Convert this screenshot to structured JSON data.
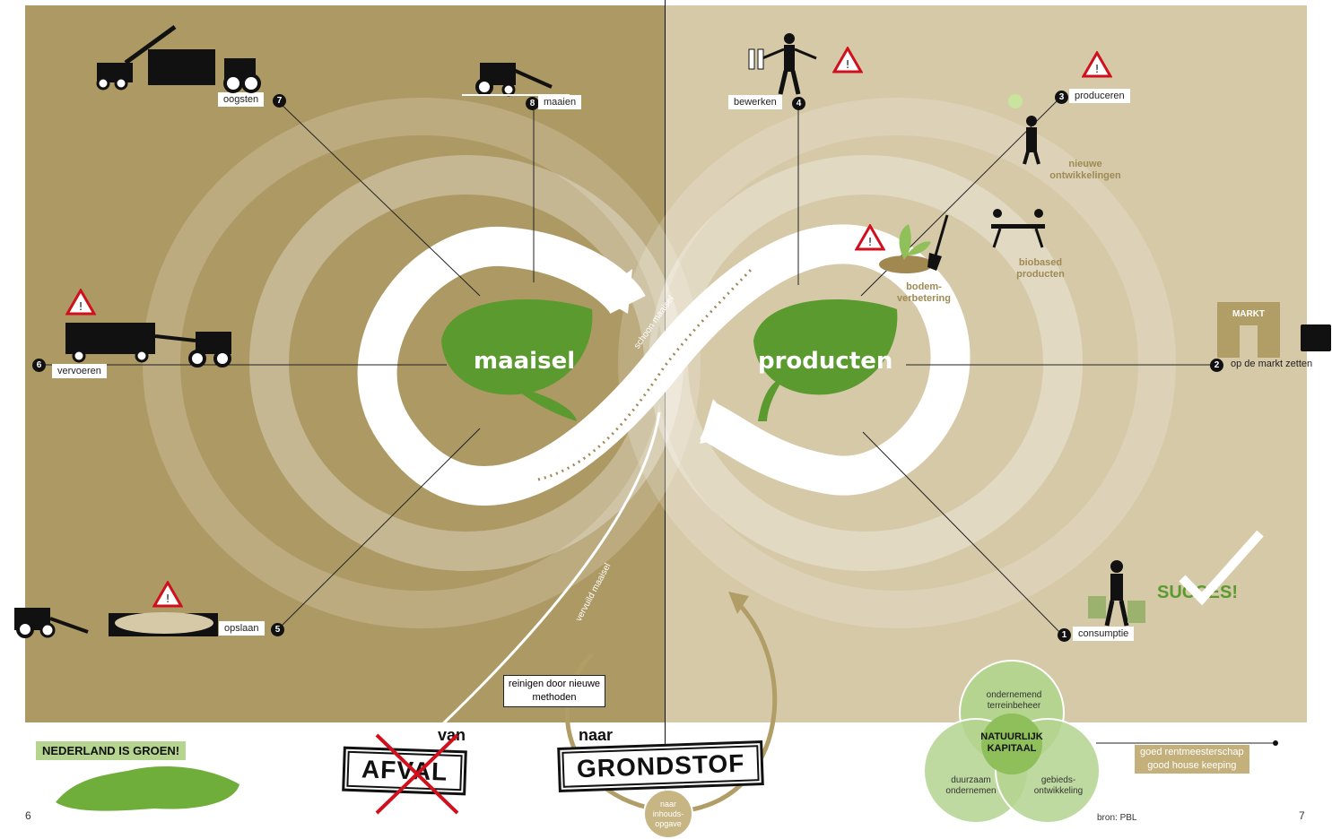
{
  "center": {
    "left": "maaisel",
    "right": "producten"
  },
  "steps": [
    {
      "num": "1",
      "label": "consumptie"
    },
    {
      "num": "2",
      "label": "op de markt zetten"
    },
    {
      "num": "3",
      "label": "produceren"
    },
    {
      "num": "4",
      "label": "bewerken"
    },
    {
      "num": "5",
      "label": "opslaan"
    },
    {
      "num": "6",
      "label": "vervoeren"
    },
    {
      "num": "7",
      "label": "oogsten"
    },
    {
      "num": "8",
      "label": "maaien"
    }
  ],
  "flow": {
    "clean": "schoon maaisel",
    "polluted": "vervuild maaisel",
    "cleaning": "reinigen door nieuwe methoden"
  },
  "right_notes": {
    "new_dev": "nieuwe ontwikkelingen",
    "biobased": "biobased producten",
    "soil": "bodem-verbetering",
    "market": "MARKT",
    "success": "SUCCES!"
  },
  "bottom": {
    "nl_green": "NEDERLAND IS GROEN!",
    "van": "van",
    "afval": "AFVAL",
    "naar": "naar",
    "grondstof": "GRONDSTOF",
    "inhoud": "naar inhouds-opgave",
    "venn": {
      "top": "ondernemend terreinbeheer",
      "center": "NATUURLIJK KAPITAAL",
      "left": "duurzaam ondernemen",
      "right": "gebieds-ontwikkeling"
    },
    "steward1": "goed rentmeesterschap",
    "steward2": "good house keeping",
    "source": "bron: PBL",
    "page_left": "6",
    "page_right": "7"
  },
  "colors": {
    "left_bg": "#ad9963",
    "right_bg": "#d6c9a8",
    "leaf": "#5a9a2e",
    "warning": "#d0101c",
    "accent_tan": "#9e8a55"
  }
}
